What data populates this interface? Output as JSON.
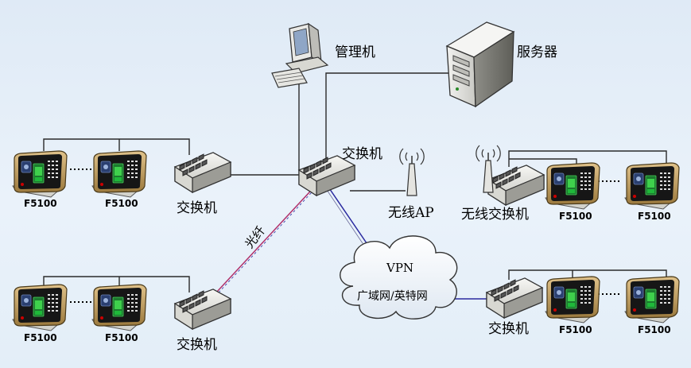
{
  "labels": {
    "admin_pc": "管理机",
    "server": "服务器",
    "core_switch": "交换机",
    "wireless_ap": "无线AP",
    "wireless_switch": "无线交换机",
    "switch_left_top": "交换机",
    "switch_left_bottom": "交换机",
    "switch_right_bottom": "交换机",
    "fiber": "光纤",
    "vpn": "VPN",
    "wan": "广域网/英特网",
    "terminal_model": "F5100"
  },
  "terminals": [
    {
      "group": "left-top",
      "model": "F5100"
    },
    {
      "group": "left-top",
      "model": "F5100"
    },
    {
      "group": "left-bottom",
      "model": "F5100"
    },
    {
      "group": "left-bottom",
      "model": "F5100"
    },
    {
      "group": "right-top",
      "model": "F5100"
    },
    {
      "group": "right-top",
      "model": "F5100"
    },
    {
      "group": "right-bottom",
      "model": "F5100"
    },
    {
      "group": "right-bottom",
      "model": "F5100"
    }
  ],
  "colors": {
    "cable": "#2a2a2a",
    "fiber": "#b0306a",
    "vpn_link": "#2a2aa0",
    "device_gold": "#c8a060",
    "device_body": "#1c1c1c"
  }
}
